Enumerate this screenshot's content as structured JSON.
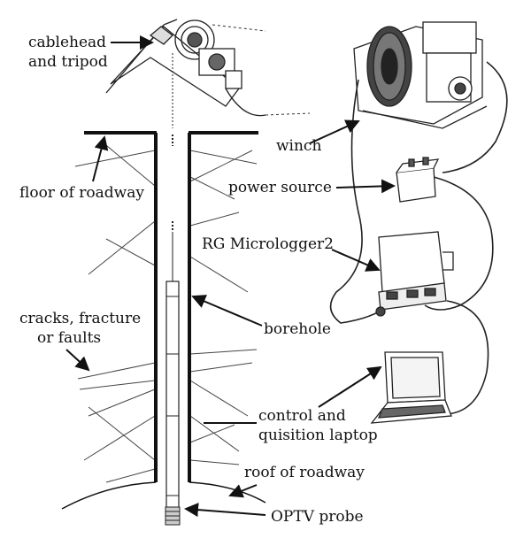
{
  "labels": {
    "cablehead_line1": "cablehead",
    "cablehead_line2": "and tripod",
    "winch": "winch",
    "floor": "floor of roadway",
    "power": "power source",
    "micrologger": "RG Micrologger2",
    "cracks_line1": "cracks, fracture",
    "cracks_line2": "or faults",
    "borehole": "borehole",
    "laptop_line1": "control and",
    "laptop_line2": "quisition laptop",
    "roof": "roof of roadway",
    "probe": "OPTV probe"
  }
}
